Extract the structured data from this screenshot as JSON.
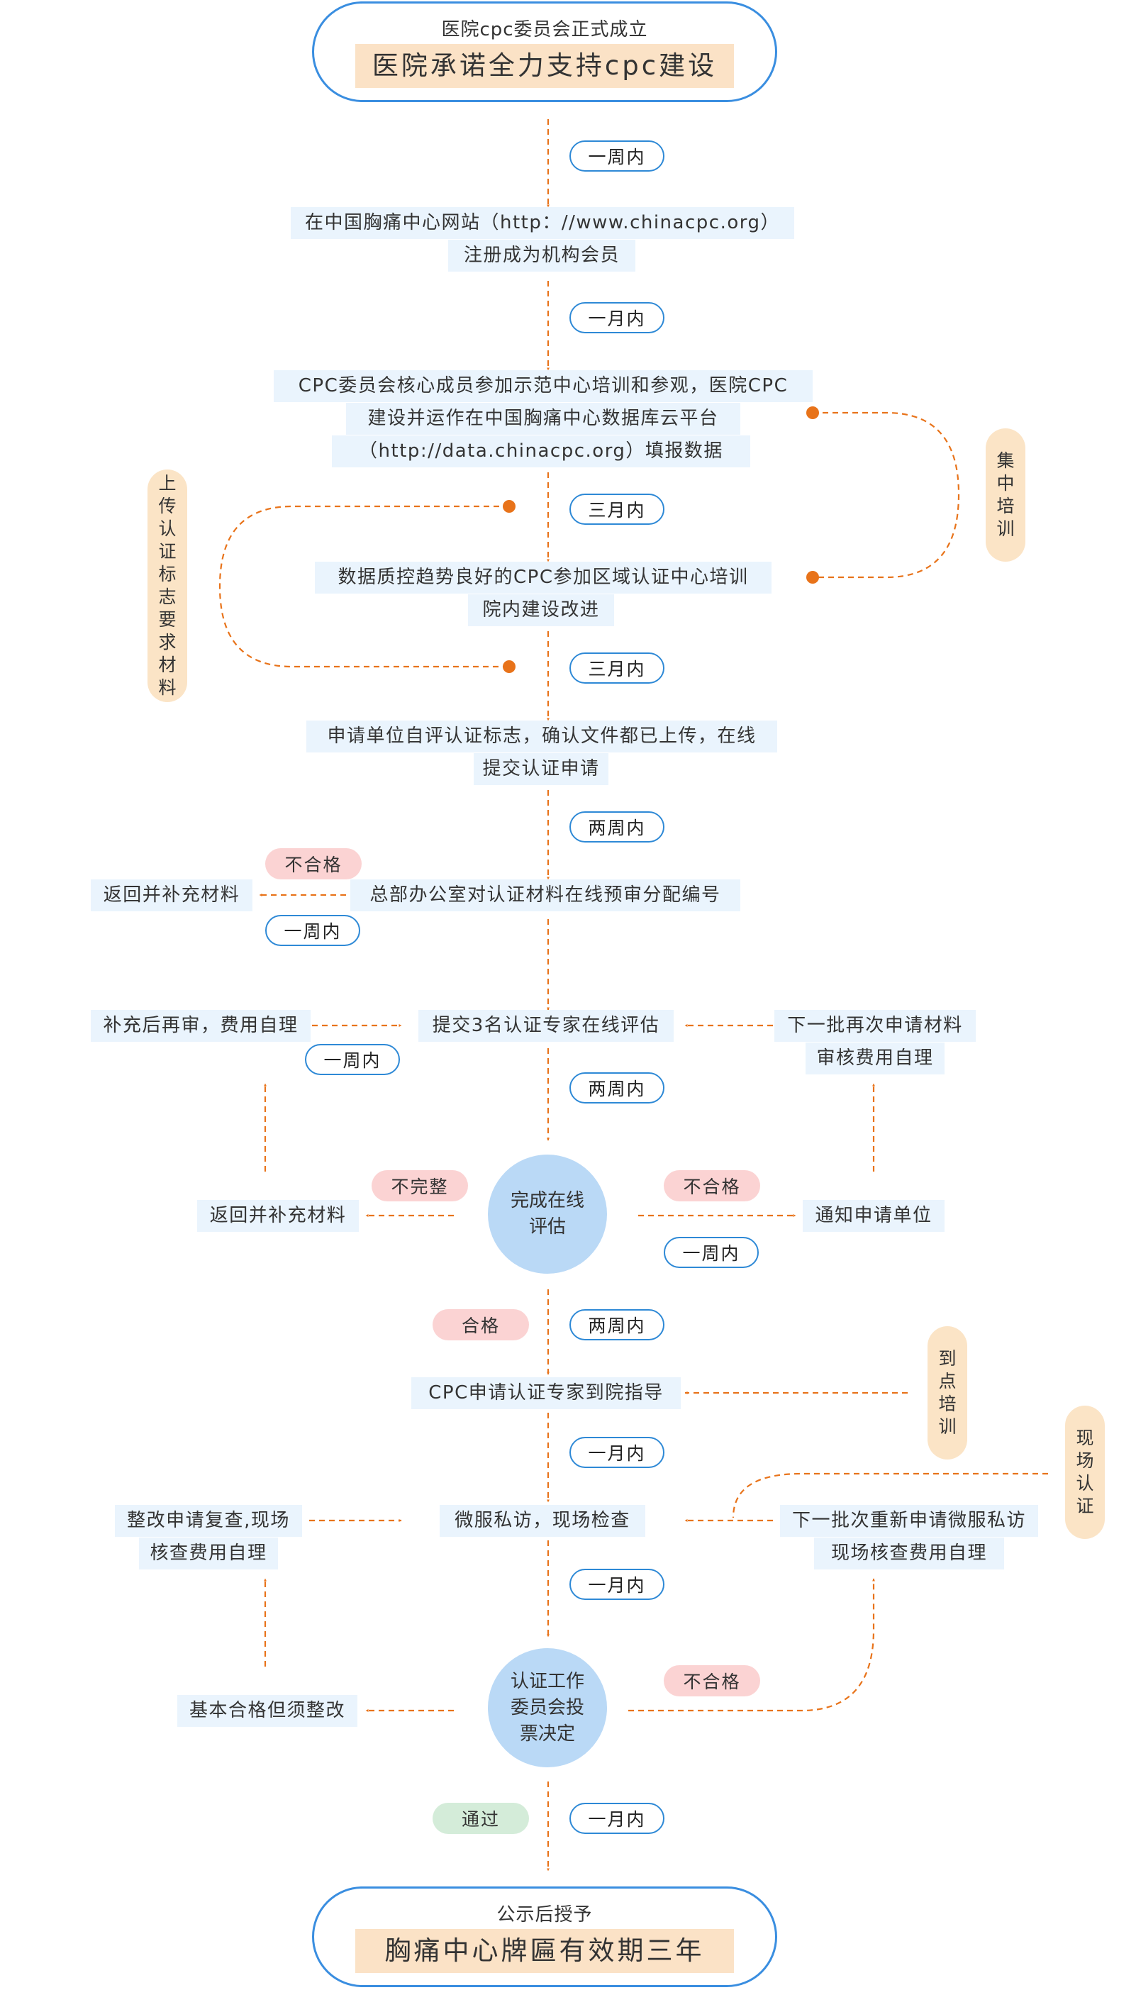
{
  "top_box": {
    "subtitle": "医院cpc委员会正式成立",
    "title": "医院承诺全力支持cpc建设"
  },
  "bottom_box": {
    "subtitle": "公示后授予",
    "title": "胸痛中心牌匾有效期三年"
  },
  "nodes": {
    "register": [
      "在中国胸痛中心网站（http：//www.chinacpc.org）",
      "注册成为机构会员"
    ],
    "training": [
      "CPC委员会核心成员参加示范中心培训和参观，医院CPC",
      "建设并运作在中国胸痛中心数据库云平台",
      "（http://data.chinacpc.org）填报数据"
    ],
    "regional": [
      "数据质控趋势良好的CPC参加区域认证中心培训",
      "院内建设改进"
    ],
    "apply": [
      "申请单位自评认证标志，确认文件都已上传，在线",
      "提交认证申请"
    ],
    "pre_review": "总部办公室对认证材料在线预审分配编号",
    "return_left_1": "返回并补充材料",
    "supplement_review": "补充后再审，费用自理",
    "experts": "提交3名认证专家在线评估",
    "next_batch_1": [
      "下一批再次申请材料",
      "审核费用自理"
    ],
    "return_left_2": "返回并补充材料",
    "notify": "通知申请单位",
    "guide": "CPC申请认证专家到院指导",
    "rectify_review": [
      "整改申请复查,现场",
      "核查费用自理"
    ],
    "inspection": "微服私访，现场检查",
    "next_batch_2": [
      "下一批次重新申请微服私访",
      "现场核查费用自理"
    ],
    "basic_pass": "基本合格但须整改"
  },
  "circles": {
    "online_eval": [
      "完成在线",
      "评估"
    ],
    "committee_vote": [
      "认证工作",
      "委员会投",
      "票决定"
    ]
  },
  "time_labels": {
    "t1": "一周内",
    "t2": "一月内",
    "t3": "三月内",
    "t4": "三月内",
    "t5": "两周内",
    "t6": "一周内",
    "t7": "一周内",
    "t8": "两周内",
    "t9": "一周内",
    "t10": "两周内",
    "t11": "一月内",
    "t12": "一月内",
    "t13": "一月内"
  },
  "status_badges": {
    "fail_1": "不合格",
    "incomplete": "不完整",
    "fail_2": "不合格",
    "pass": "合格",
    "fail_3": "不合格",
    "approved": "通过"
  },
  "side_tags": {
    "centralized_training": "集中培训",
    "upload_materials": "上传认证标志要求材料",
    "onsite_training": "到点培训",
    "onsite_certification": "现场认证"
  },
  "colors": {
    "arrow": "#e8731a",
    "node_bg": "#eaf4fd",
    "pill_border": "#2e89d6",
    "badge_red": "#fbd3d3",
    "badge_green": "#d4ecd9",
    "tag": "#fbe4c6",
    "circle": "#bad9f6",
    "capsule_border": "#3a8ee0",
    "capsule_fill": "#fbe2c6"
  }
}
